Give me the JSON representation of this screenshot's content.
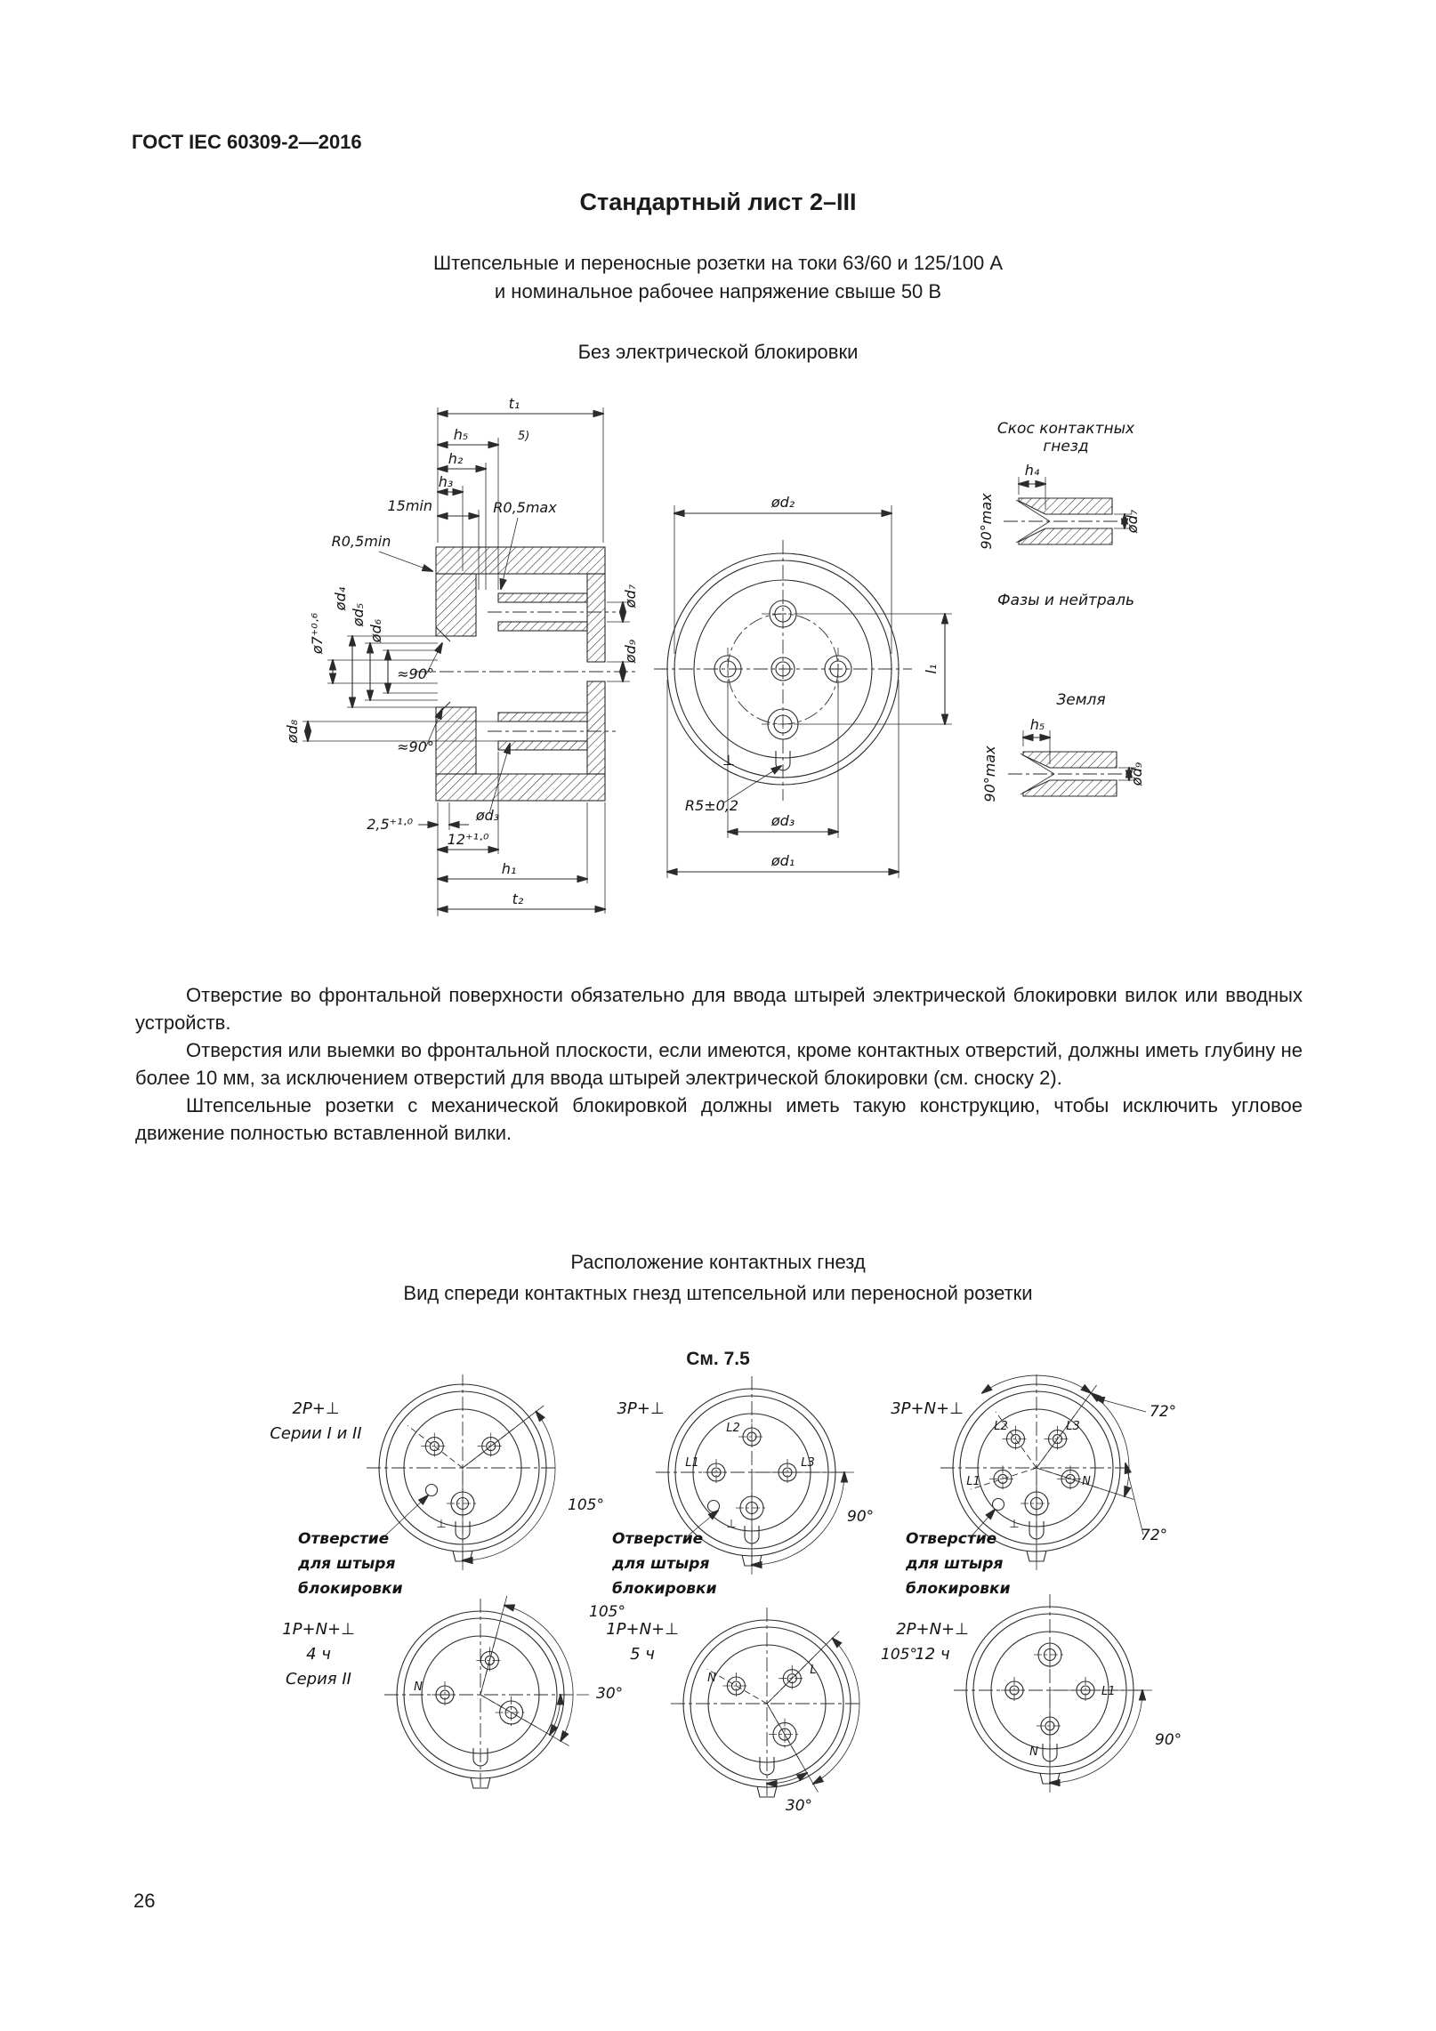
{
  "page": {
    "header": "ГОСТ IEC 60309-2—2016",
    "number": "26"
  },
  "heading": {
    "title": "Стандартный лист 2–III",
    "subtitle1": "Штепсельные и переносные розетки на токи 63/60 и 125/100 А",
    "subtitle2": "и номинальное рабочее напряжение свыше 50 В",
    "note": "Без электрической блокировки"
  },
  "paragraphs": {
    "p1": "Отверстие во фронтальной поверхности обязательно для ввода штырей электрической блокировки вилок или вводных устройств.",
    "p2": "Отверстия или выемки во фронтальной плоскости, если имеются, кроме контактных отверстий, должны иметь глубину не более 10 мм, за исключением отверстий для ввода штырей электрической блокировки (см. сноску 2).",
    "p3": "Штепсельные розетки с механической блокировкой должны иметь такую конструкцию, чтобы исключить угловое движение полностью вставленной вилки."
  },
  "arrangement": {
    "title": "Расположение контактных гнезд",
    "subtitle": "Вид спереди контактных гнезд штепсельной или переносной розетки",
    "ref": "См. 7.5"
  },
  "drawing": {
    "t1": "t₁",
    "fn5": "5)",
    "h5": "h₅",
    "h2": "h₂",
    "h3": "h₃",
    "min15": "15min",
    "r05max": "R0,5max",
    "r05min": "R0,5min",
    "d4": "ød₄",
    "d5": "ød₅",
    "d6": "ød₆",
    "o7": "ø7⁺⁰·⁶",
    "d8": "ød₈",
    "deg90": "≈90°",
    "c25": "2,5⁺¹·⁰",
    "d3": "ød₃",
    "c12": "12⁺¹·⁰",
    "h1": "h₁",
    "t2": "t₂",
    "d7": "ød₇",
    "d9": "ød₉",
    "front": {
      "d2": "ød₂",
      "l1": "l₁",
      "r5": "R5±0,2",
      "d3": "ød₃",
      "d1": "ød₁",
      "earth": "⊥"
    },
    "detail_phase": {
      "title1": "Скос контактных",
      "title2": "гнезд",
      "h4": "h₄",
      "deg": "90°max",
      "d7": "ød₇",
      "caption": "Фазы и нейтраль"
    },
    "detail_earth": {
      "title": "Земля",
      "h5": "h₅",
      "deg": "90°max",
      "d9": "ød₉"
    }
  },
  "hole_note": {
    "line1": "Отверстие",
    "line2": "для штыря",
    "line3": "блокировки"
  },
  "sockets": [
    {
      "label1": "2P+⊥",
      "label2": "Серии I и II",
      "a1": "105°",
      "earth": "⊥"
    },
    {
      "label1": "3P+⊥",
      "a1": "90°",
      "L1": "L1",
      "L2": "L2",
      "L3": "L3",
      "earth": "⊥"
    },
    {
      "label1": "3P+N+⊥",
      "a1": "72°",
      "a2": "72°",
      "L1": "L1",
      "L2": "L2",
      "L3": "L3",
      "N": "N",
      "earth": "⊥"
    },
    {
      "label1": "1P+N+⊥",
      "label2": "4 ч",
      "label3": "Серия II",
      "a1": "105°",
      "a2": "30°",
      "N": "N"
    },
    {
      "label1": "1P+N+⊥",
      "label2": "5 ч",
      "a1": "105°",
      "a2": "30°",
      "N": "N",
      "L": "L"
    },
    {
      "label1": "2P+N+⊥",
      "label2": "12 ч",
      "a1": "90°",
      "L1": "L1",
      "N": "N"
    }
  ]
}
